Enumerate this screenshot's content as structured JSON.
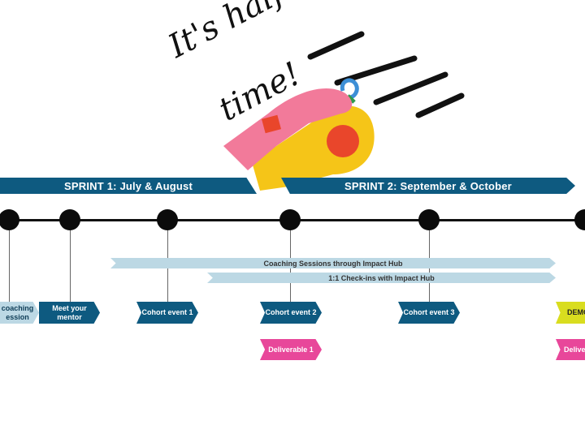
{
  "sprints": {
    "sprint1": "SPRINT 1: July & August",
    "sprint2": "SPRINT 2: September & October"
  },
  "headline": {
    "line1": "It's half",
    "line2": "time!"
  },
  "bars": {
    "coaching": "Coaching Sessions through Impact Hub",
    "checkins": "1:1 Check-ins with Impact Hub"
  },
  "milestones": {
    "coaching_session_line1": "coaching",
    "coaching_session_line2": "ession",
    "meet_mentor_line1": "Meet your",
    "meet_mentor_line2": "mentor",
    "cohort1": "Cohort event 1",
    "cohort2": "Cohort event 2",
    "cohort3": "Cohort event 3",
    "demo": "DEMO",
    "deliverable1": "Deliverable 1",
    "deliverable2": "Delive"
  },
  "colors": {
    "navy": "#0e5a80",
    "light_blue": "#bcd8e4",
    "pink": "#e8479a",
    "yellow": "#d9dd1f"
  }
}
